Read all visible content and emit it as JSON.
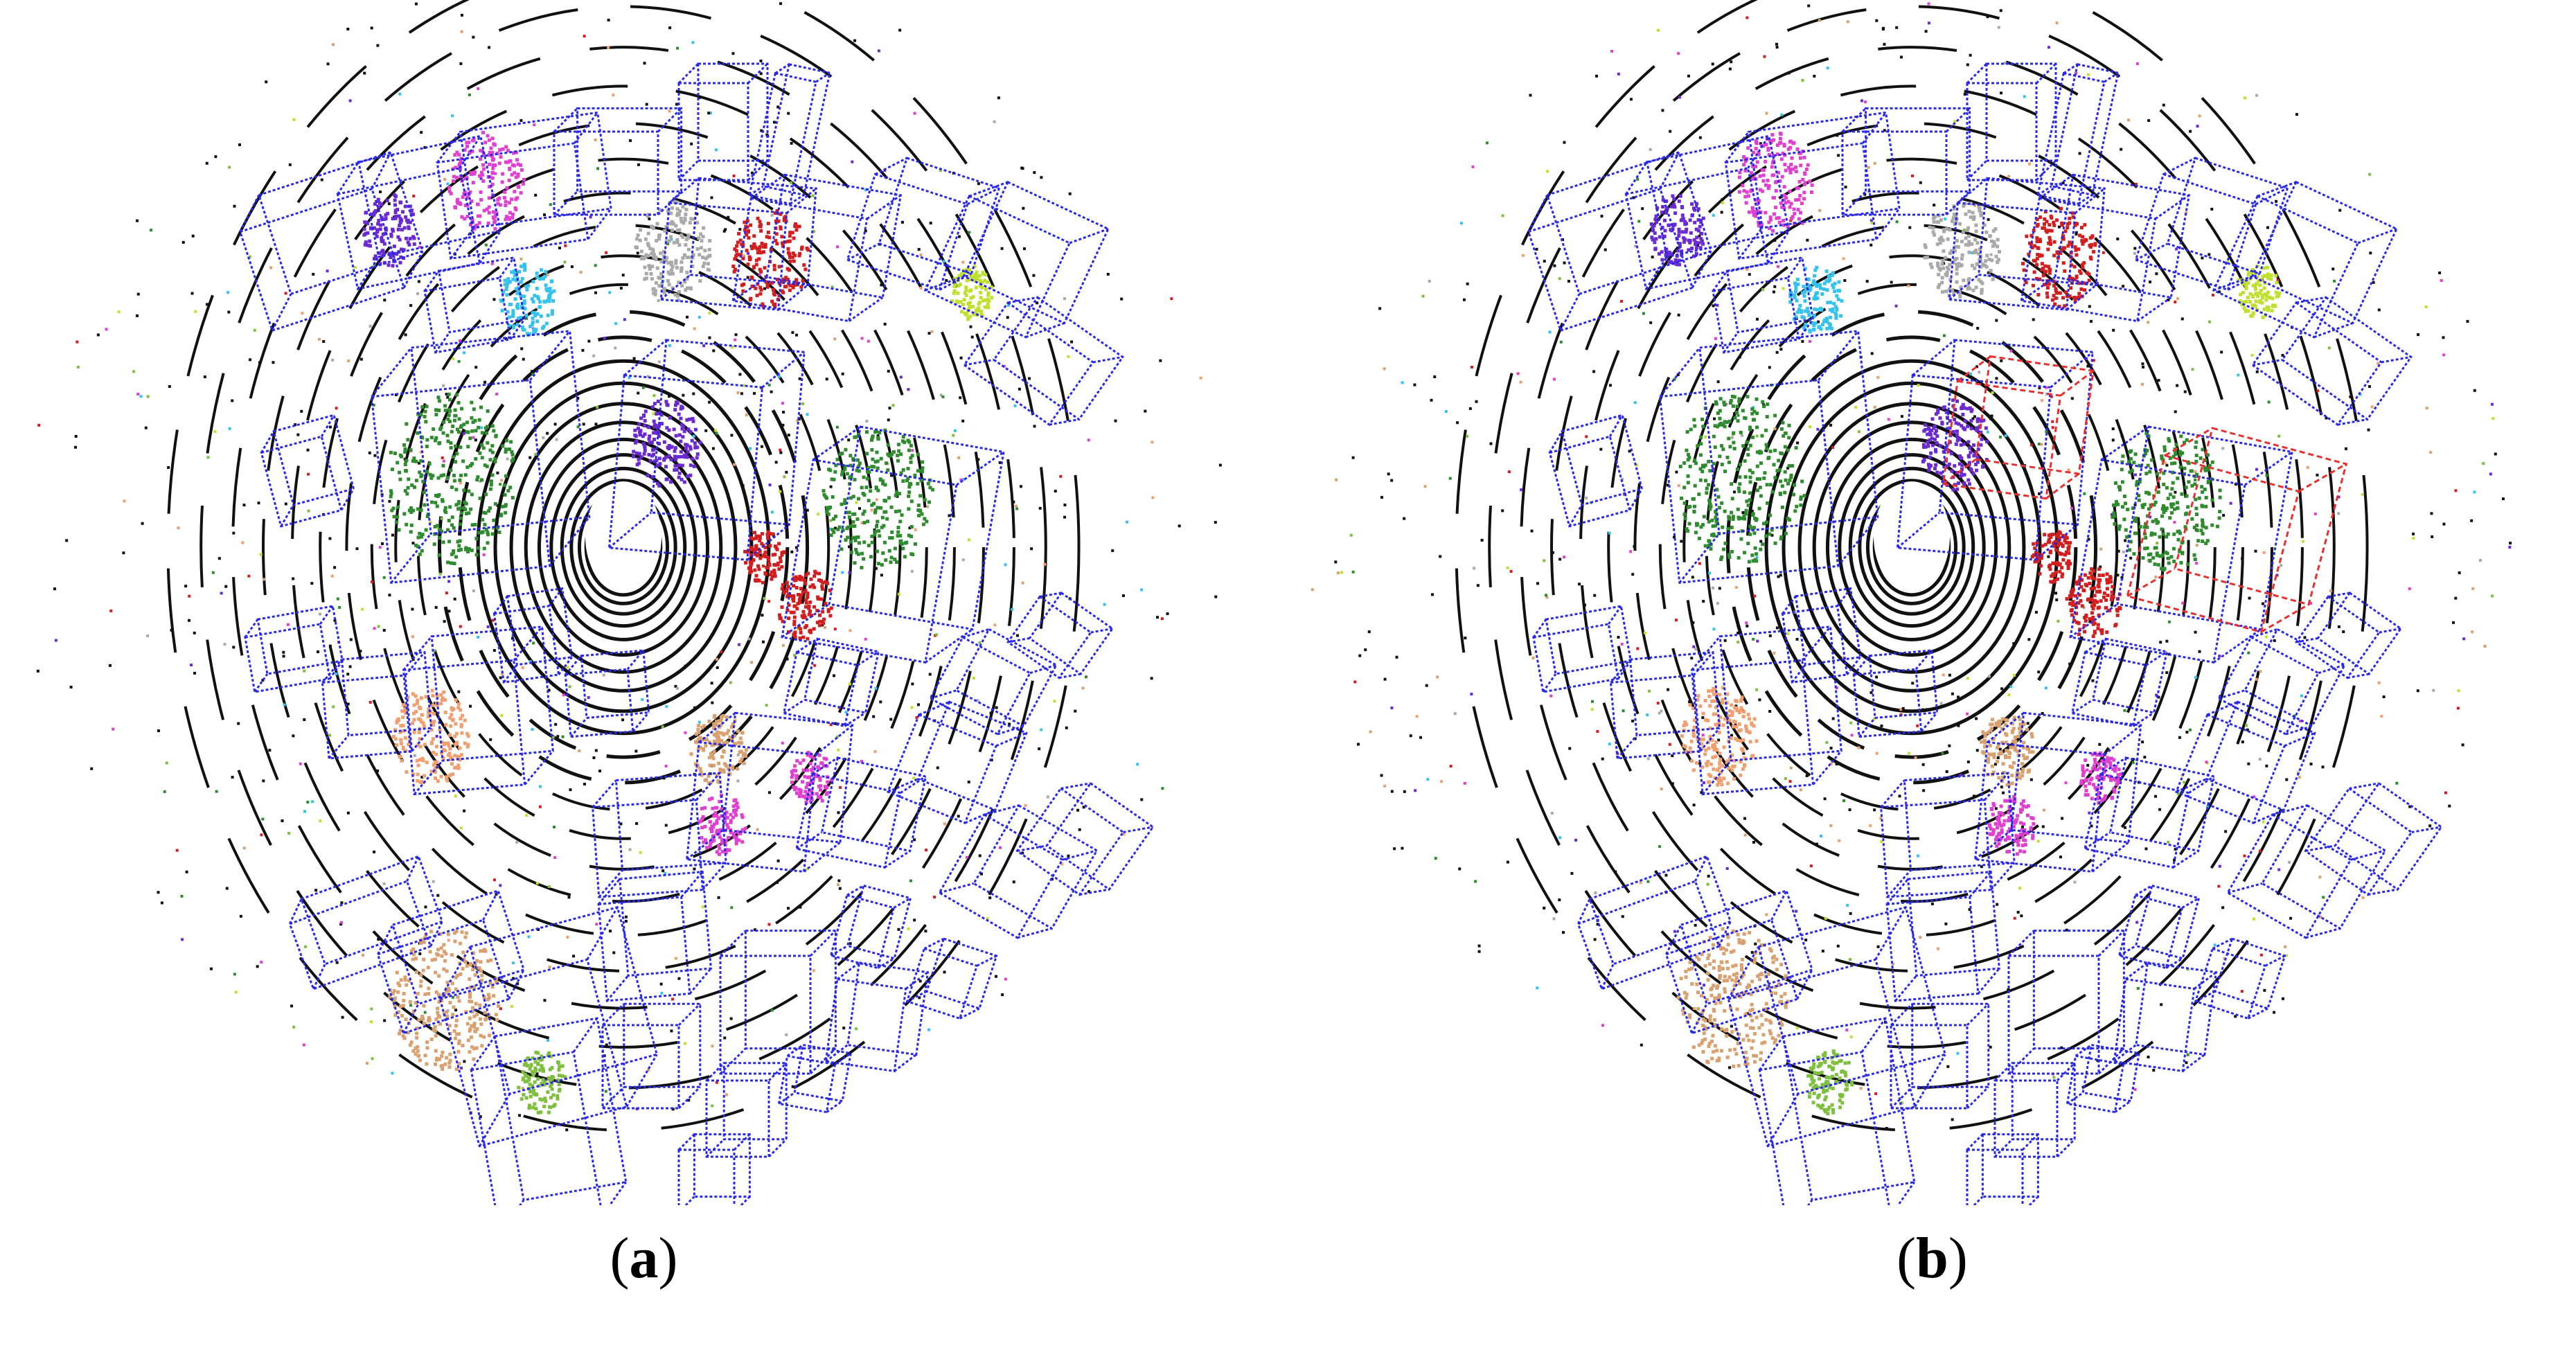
{
  "panels": [
    {
      "id": "a",
      "caption_open": "(",
      "caption_letter": "a",
      "caption_close": ")",
      "highlight_boxes": false
    },
    {
      "id": "b",
      "caption_open": "(",
      "caption_letter": "b",
      "caption_close": ")",
      "highlight_boxes": true
    }
  ],
  "colors": {
    "box_stroke": "#2a2ae6",
    "highlight_stroke": "#e83030",
    "scan_rings": "#111111",
    "clusters": [
      "#35c3ee",
      "#2e8b2e",
      "#d21e1e",
      "#a9a9a9",
      "#f0a070",
      "#d9a070",
      "#7fbf3f",
      "#e040d0",
      "#6a2ad0",
      "#c0e030"
    ]
  }
}
